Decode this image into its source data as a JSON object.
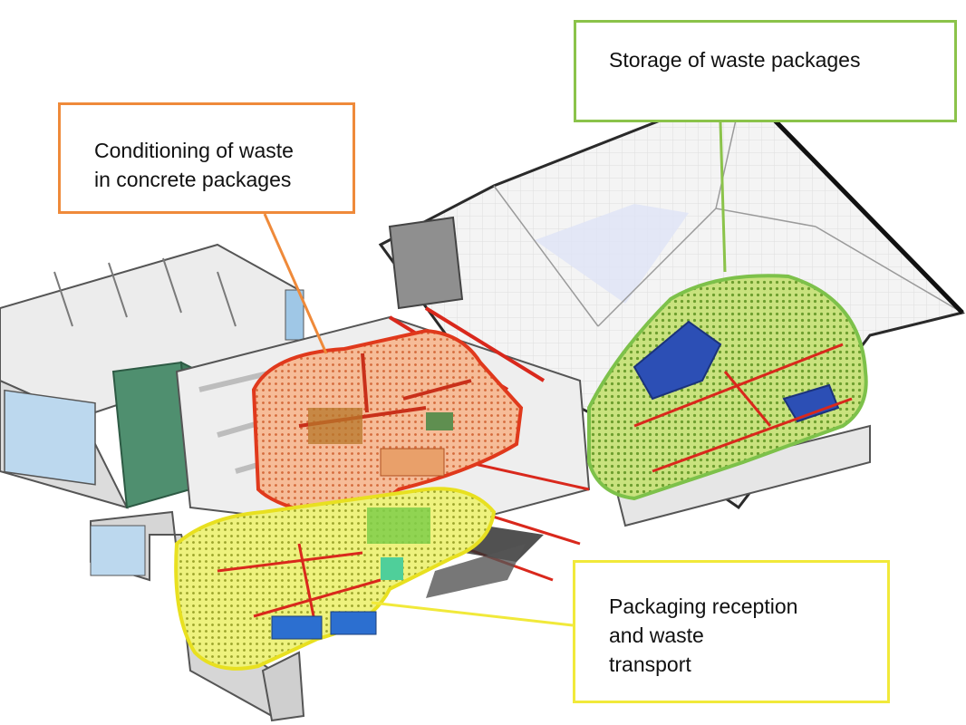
{
  "callouts": {
    "storage": {
      "label": "Storage of waste packages",
      "color": "#8bc34a"
    },
    "conditioning": {
      "label": "Conditioning of waste\nin concrete packages",
      "color": "#ef8a3a"
    },
    "packaging": {
      "label": "Packaging reception\nand waste\ntransport",
      "color": "#f1e93a"
    }
  },
  "zones": {
    "storage": {
      "fill": "#c8e07a",
      "outline": "#7dc14a"
    },
    "conditioning": {
      "fill": "#f3b08a",
      "outline": "#e0391c"
    },
    "packaging": {
      "fill": "#eef07a",
      "outline": "#e8e020"
    }
  },
  "building": {
    "structure": "#8f8f8f",
    "wall": "#d9d9d9",
    "green_block": "#4f8f6f",
    "blue_panel": "#9fc7e6",
    "dark_blue": "#2c4fb5",
    "red_pipes": "#d9281c"
  }
}
